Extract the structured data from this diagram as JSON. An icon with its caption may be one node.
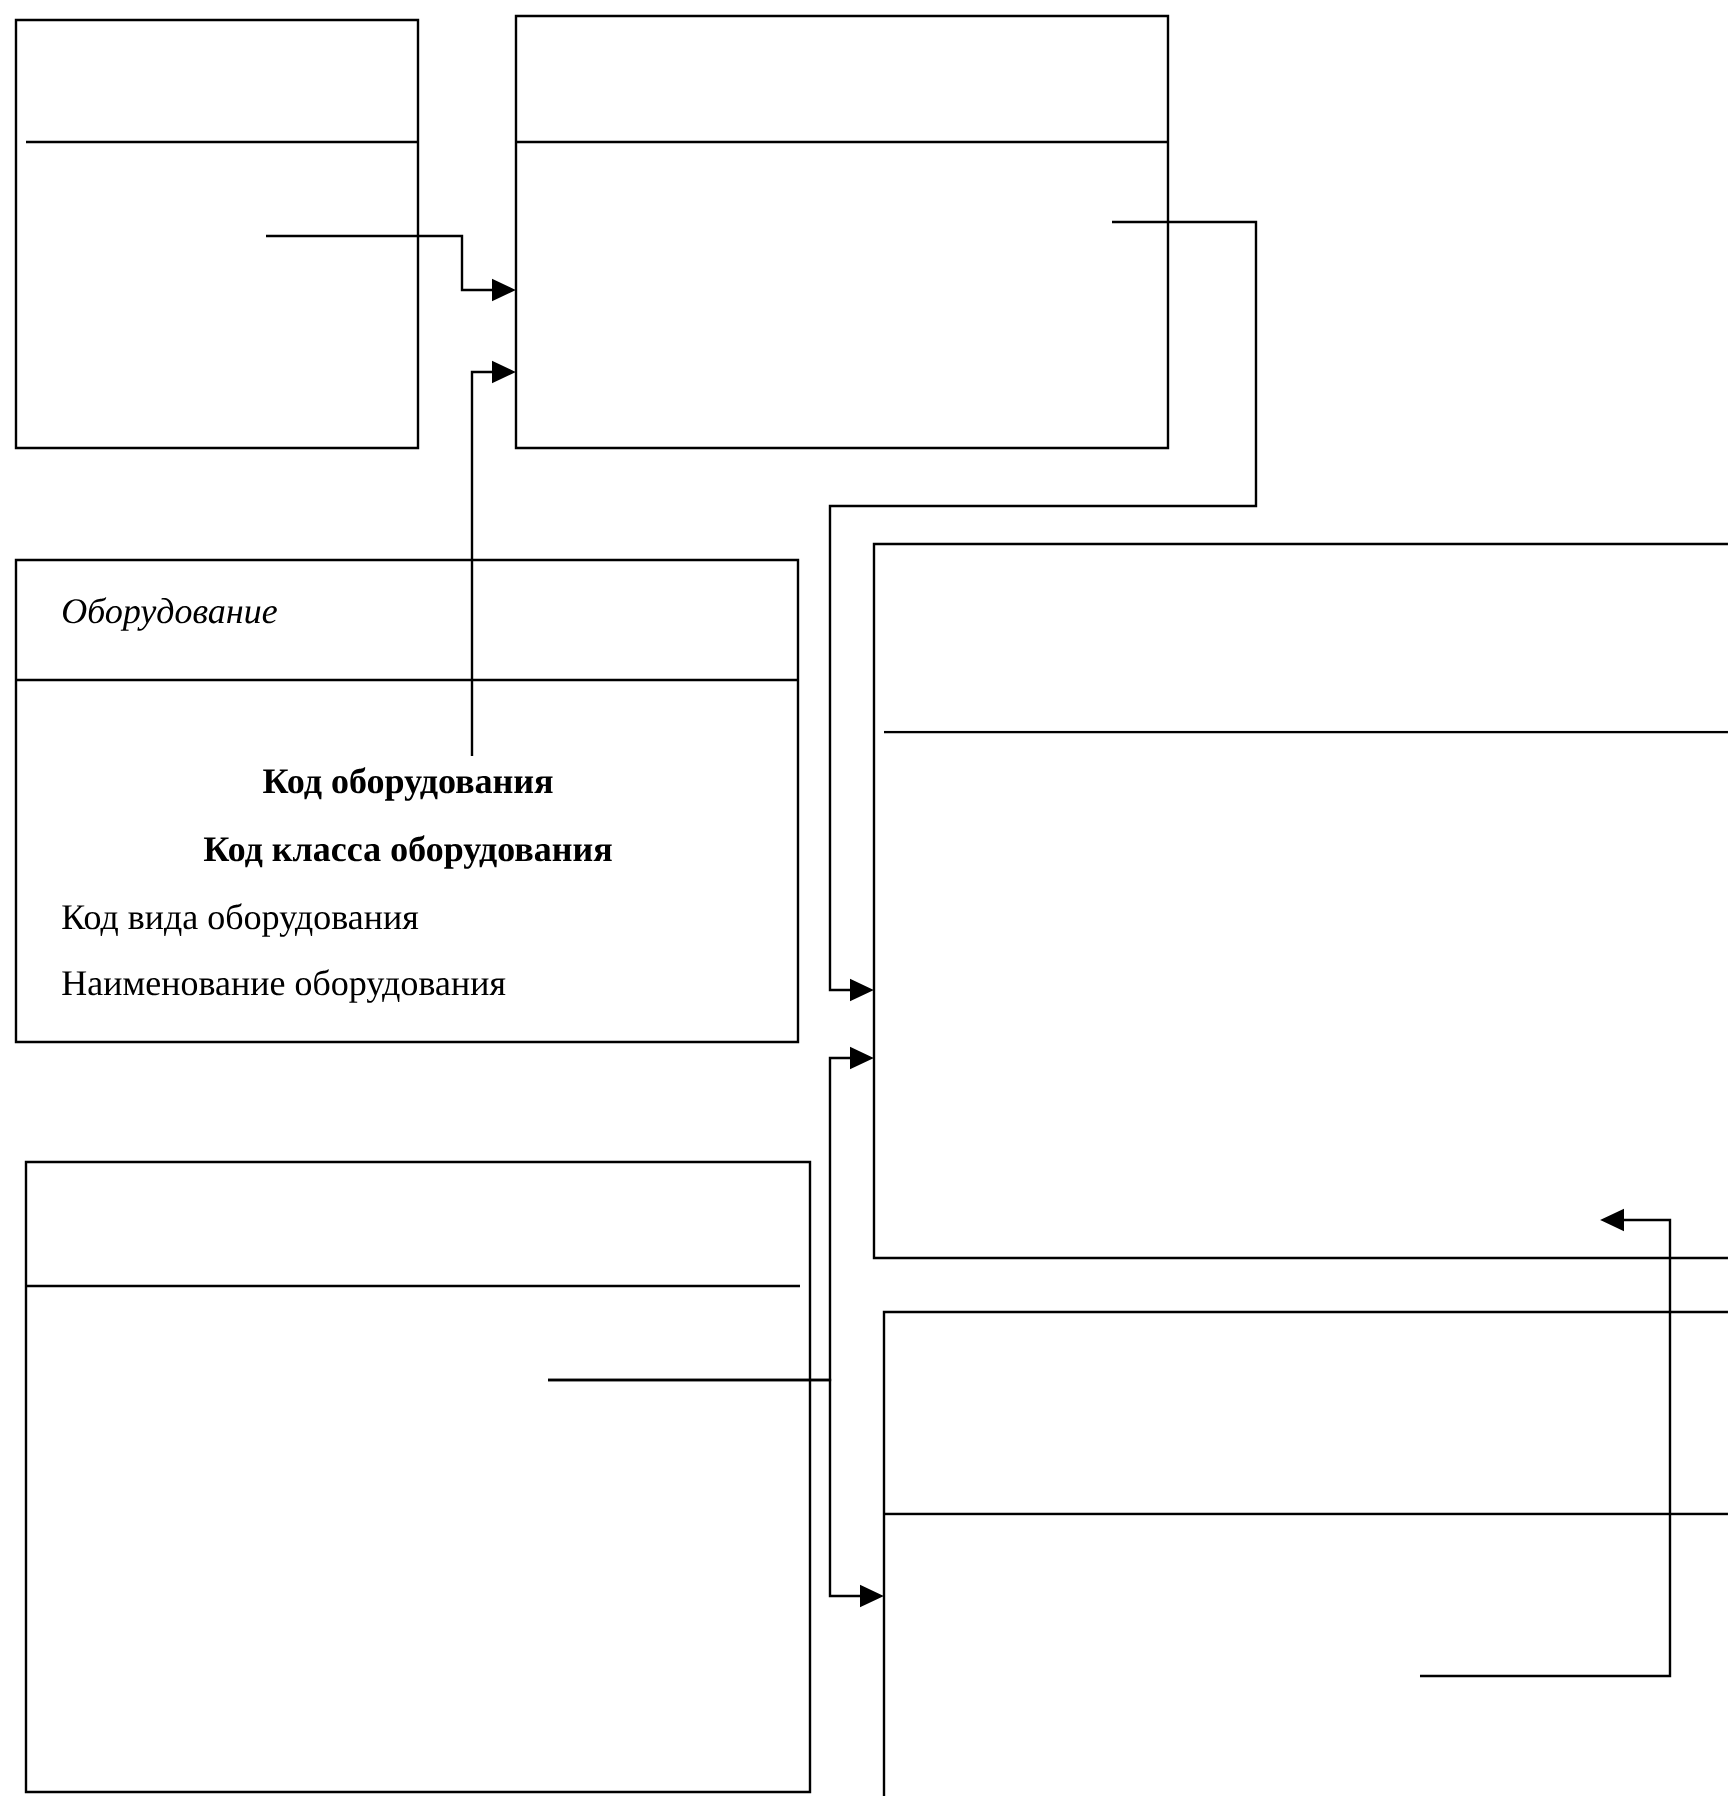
{
  "diagram": {
    "nodes": [
      {
        "text": [],
        "shape": "box"
      },
      {
        "text": [],
        "shape": "box"
      },
      {
        "text": [
          "Оборудование",
          "Код оборудования",
          "Код класса оборудования",
          "Код вида оборудования",
          "Наименование оборудования"
        ]
      },
      {
        "text": [],
        "shape": "box"
      },
      {
        "text": [],
        "shape": "box"
      },
      {
        "text": [],
        "shape": "box"
      }
    ],
    "edges": [
      {
        "from": 0,
        "to": 1,
        "arrow": "to"
      },
      {
        "from": 2,
        "to": 1,
        "arrow": "to"
      },
      {
        "from": 1,
        "to": 3,
        "arrow": "to"
      },
      {
        "from": 4,
        "to": 3,
        "arrow": "to"
      },
      {
        "from": 4,
        "to": 5,
        "arrow": "to"
      },
      {
        "from": 5,
        "to": 3,
        "arrow": "to"
      }
    ]
  }
}
